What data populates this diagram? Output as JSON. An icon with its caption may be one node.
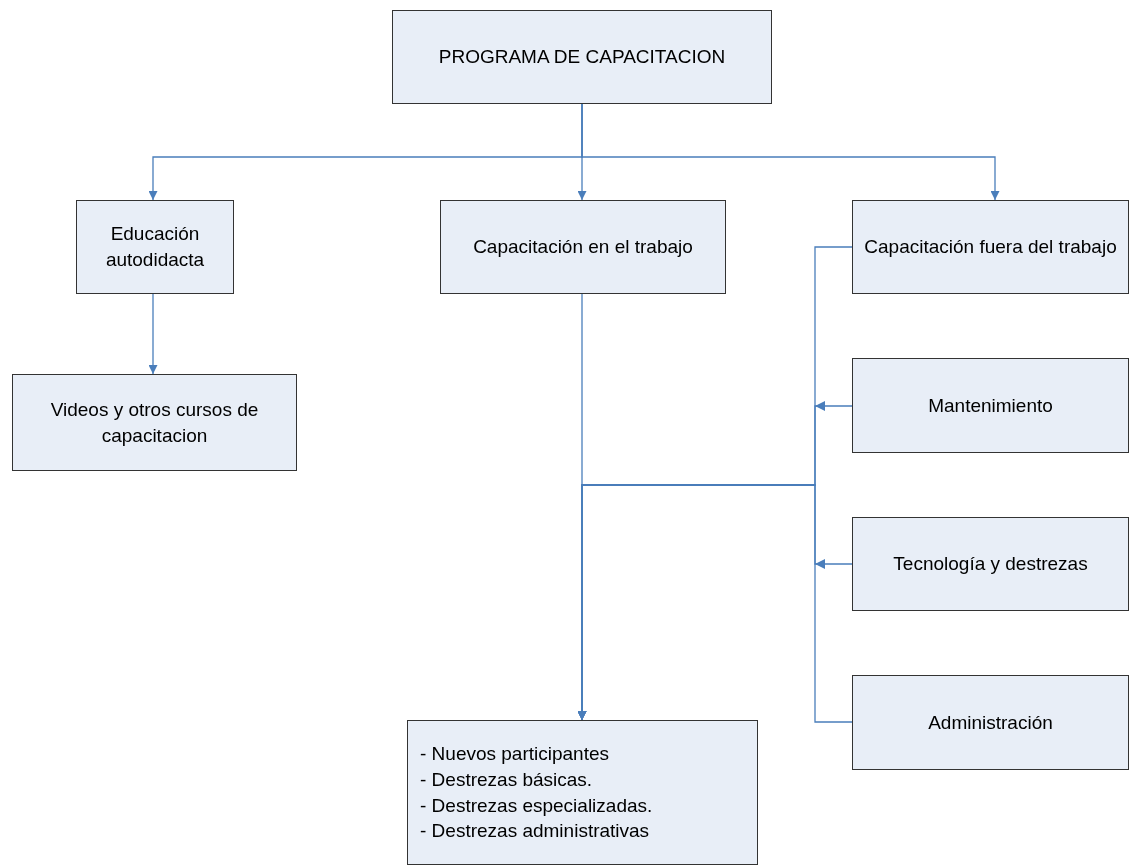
{
  "diagram": {
    "nodes": [
      {
        "text": [
          "PROGRAMA DE CAPACITACION"
        ]
      },
      {
        "text": [
          "Educación autodidacta"
        ]
      },
      {
        "text": [
          "Capacitación en el trabajo"
        ]
      },
      {
        "text": [
          "Capacitación fuera del trabajo"
        ]
      },
      {
        "text": [
          "Videos y otros cursos de capacitacion"
        ]
      },
      {
        "text": [
          "Mantenimiento"
        ]
      },
      {
        "text": [
          "Tecnología y destrezas"
        ]
      },
      {
        "text": [
          "Administración"
        ]
      },
      {
        "text": [
          "- Nuevos participantes",
          "- Destrezas básicas.",
          "- Destrezas especializadas.",
          "- Destrezas administrativas"
        ]
      }
    ],
    "edges": [
      {
        "from": 0,
        "to": 1,
        "arrow": "to"
      },
      {
        "from": 0,
        "to": 2,
        "arrow": "to"
      },
      {
        "from": 0,
        "to": 3,
        "arrow": "to"
      },
      {
        "from": 1,
        "to": 4,
        "arrow": "to"
      },
      {
        "from": 2,
        "to": 8,
        "arrow": "to"
      },
      {
        "from": 3,
        "to": 8,
        "arrow": "to"
      },
      {
        "from": 5,
        "to": 8,
        "arrow": "to"
      },
      {
        "from": 6,
        "to": 8,
        "arrow": "to"
      },
      {
        "from": 7,
        "to": 8,
        "arrow": "to"
      }
    ]
  }
}
